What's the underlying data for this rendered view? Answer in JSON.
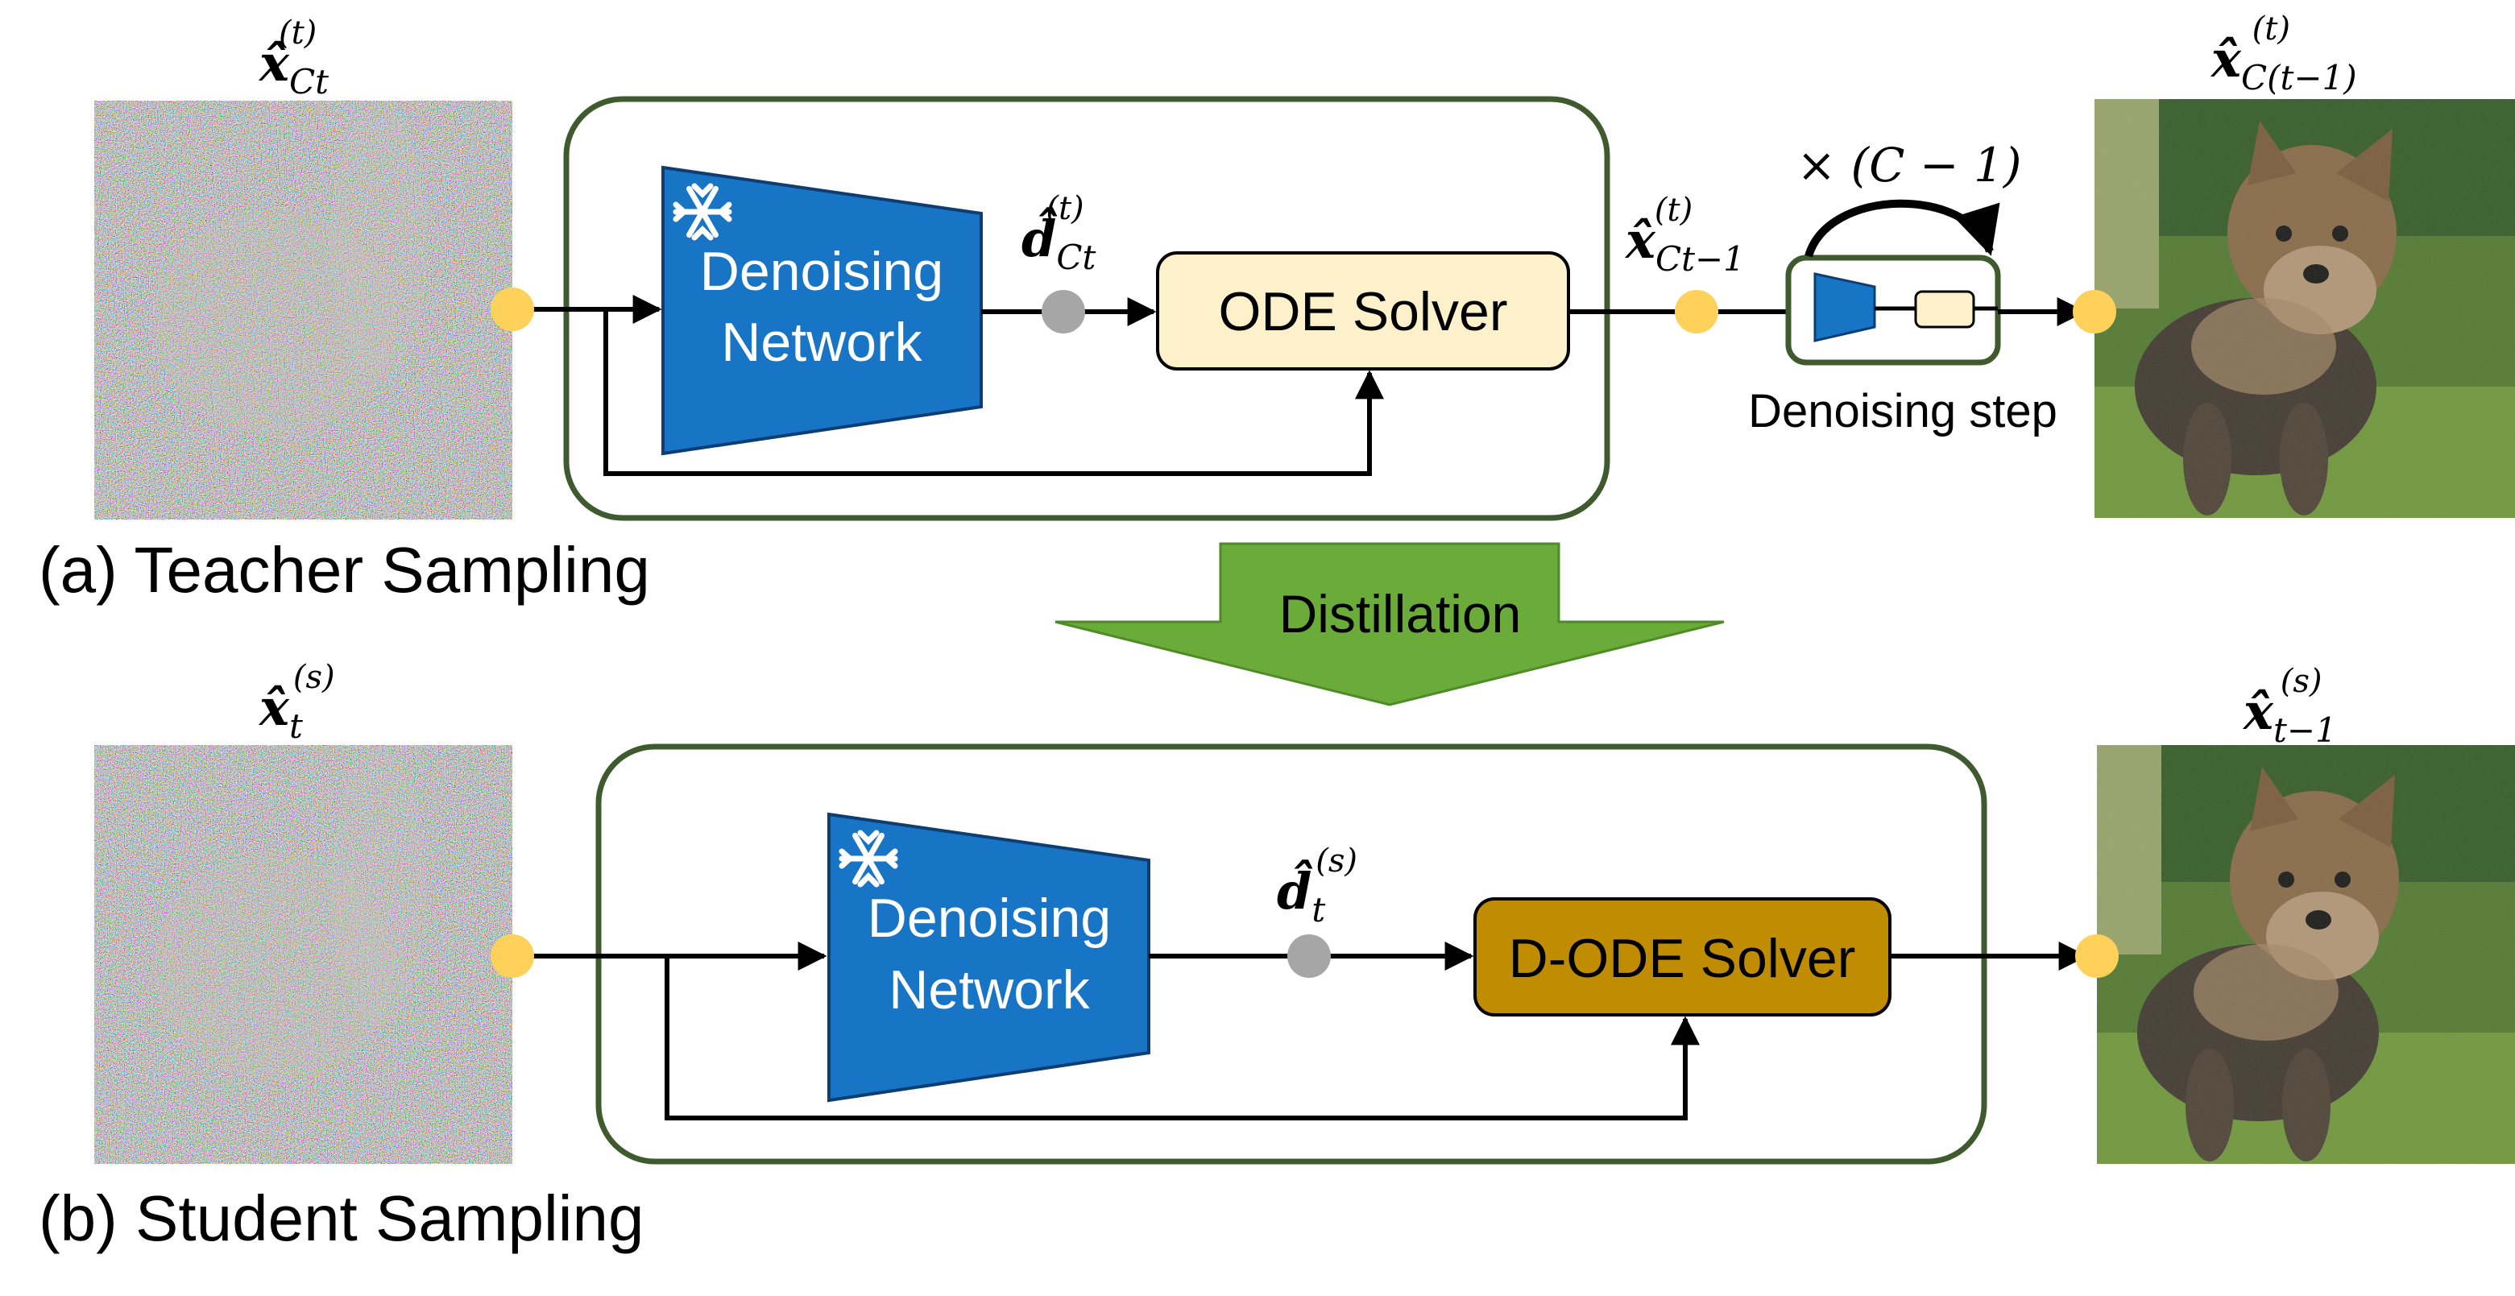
{
  "teacher": {
    "caption": "(a) Teacher Sampling",
    "input_label": {
      "base": "x̂",
      "sup": "(t)",
      "sub": "Ct"
    },
    "network_label": [
      "Denoising",
      "Network"
    ],
    "d_label": {
      "base": "d̂",
      "sup": "(t)",
      "sub": "Ct"
    },
    "solver_label": "ODE Solver",
    "mid_label": {
      "base": "x̂",
      "sup": "(t)",
      "sub": "Ct−1"
    },
    "repeat_label": "× (C − 1)",
    "step_label": "Denoising step",
    "output_label": {
      "base": "x̂",
      "sup": "(t)",
      "sub": "C(t−1)"
    }
  },
  "distillation_label": "Distillation",
  "student": {
    "caption": "(b) Student Sampling",
    "input_label": {
      "base": "x̂",
      "sup": "(s)",
      "sub": "t"
    },
    "network_label": [
      "Denoising",
      "Network"
    ],
    "d_label": {
      "base": "d̂",
      "sup": "(s)",
      "sub": "t"
    },
    "solver_label": "D-ODE Solver",
    "output_label": {
      "base": "x̂",
      "sup": "(s)",
      "sub": "t−1"
    }
  },
  "icons": {
    "frozen": "snowflake-icon",
    "noise_image": "noisy-image",
    "dog_image": "dog-image"
  },
  "colors": {
    "frame": "#3e5a2e",
    "network": "#1874c4",
    "network_edge": "#0d3e73",
    "ode_solver": "#fdf1cc",
    "d_ode_solver": "#bf8c02",
    "node_yellow": "#fdd15a",
    "node_gray": "#a6a6a6",
    "distill_arrow": "#6aab3a"
  }
}
